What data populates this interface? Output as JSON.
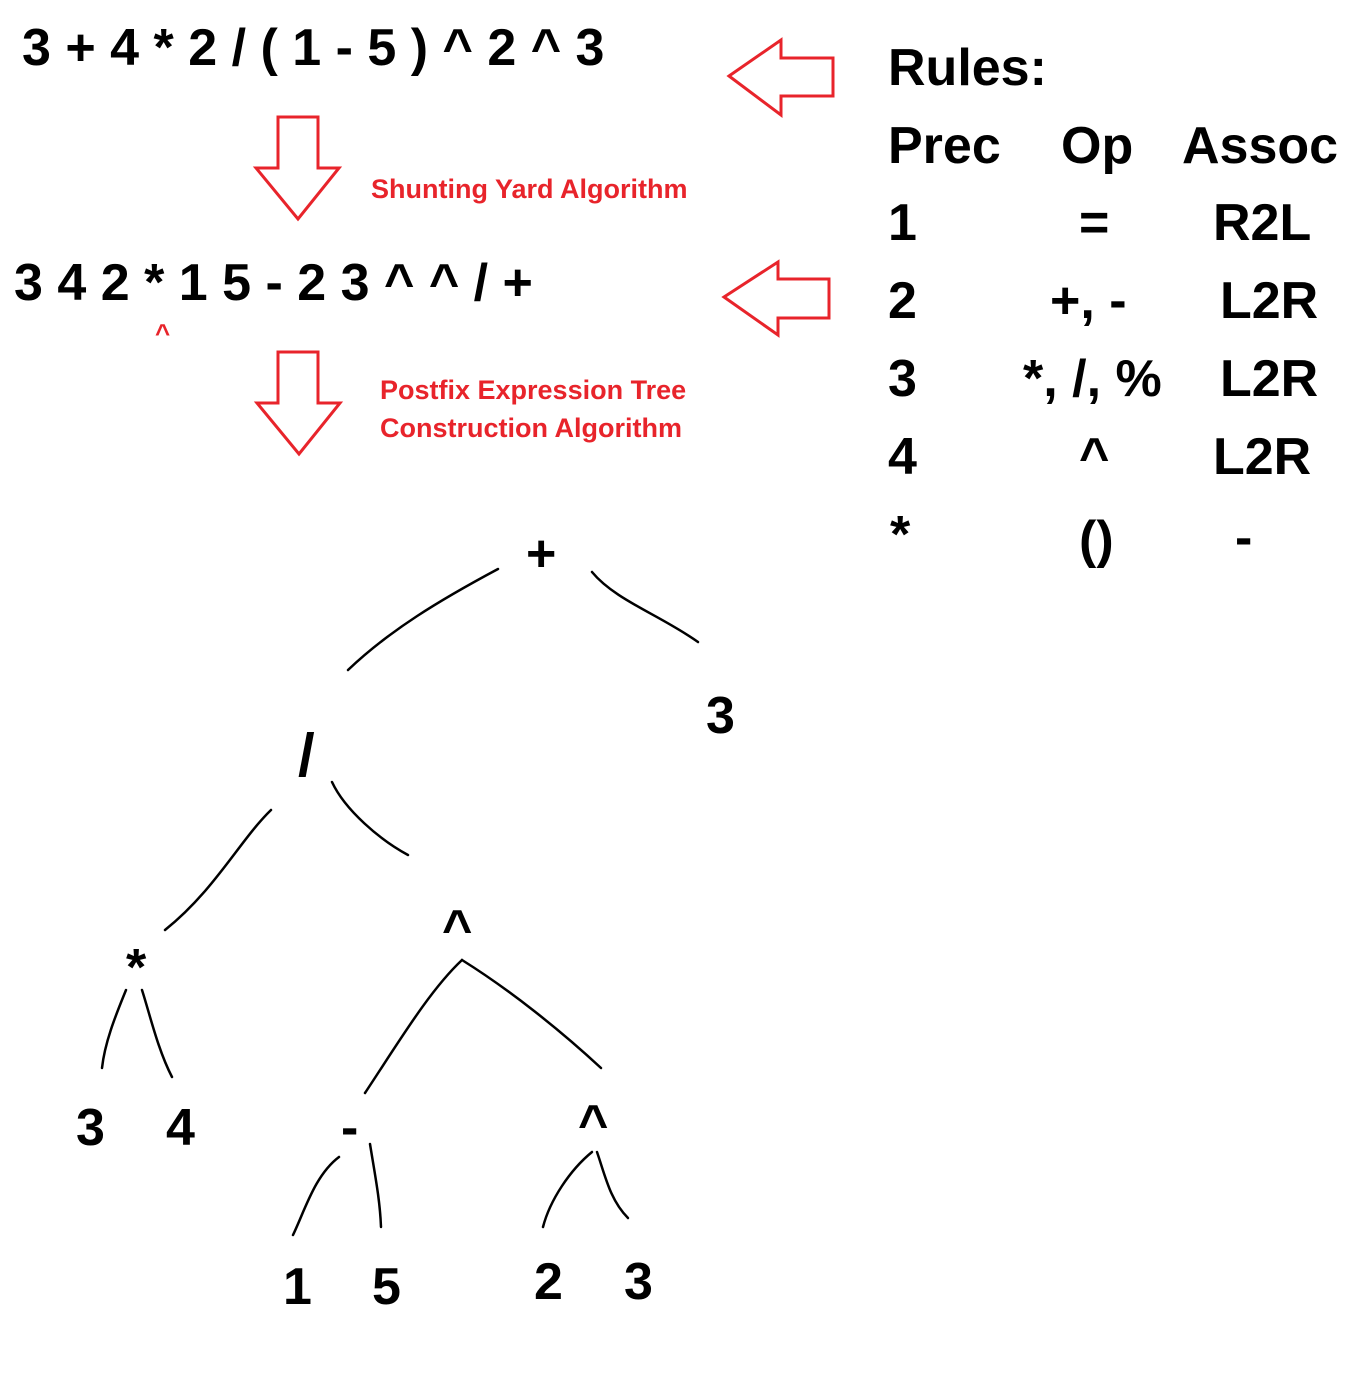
{
  "expressions": {
    "infix": "3 + 4 * 2 / ( 1 - 5 ) ^ 2 ^ 3",
    "postfix": "3 4 2 * 1 5 - 2 3 ^ ^ / +",
    "caret_mark": "^"
  },
  "captions": {
    "shunting": "Shunting Yard Algorithm",
    "postfix_line1": "Postfix Expression Tree",
    "postfix_line2": "Construction Algorithm"
  },
  "rules": {
    "title": "Rules:",
    "headers": [
      "Prec",
      "Op",
      "Assoc"
    ],
    "rows": [
      {
        "prec": "1",
        "op": "=",
        "assoc": "R2L"
      },
      {
        "prec": "2",
        "op": "+, -",
        "assoc": "L2R"
      },
      {
        "prec": "3",
        "op": "*, /, %",
        "assoc": "L2R"
      },
      {
        "prec": "4",
        "op": "^",
        "assoc": "L2R"
      },
      {
        "prec": "*",
        "op": "()",
        "assoc": "-"
      }
    ]
  },
  "tree": {
    "root": "+",
    "div": "/",
    "right3": "3",
    "mul": "*",
    "pow1": "^",
    "leaf3": "3",
    "leaf4": "4",
    "minus": "-",
    "pow2": "^",
    "leaf1": "1",
    "leaf5": "5",
    "leaf2": "2",
    "leaf3b": "3"
  },
  "colors": {
    "accent": "#e8242b",
    "ink": "#000000"
  }
}
